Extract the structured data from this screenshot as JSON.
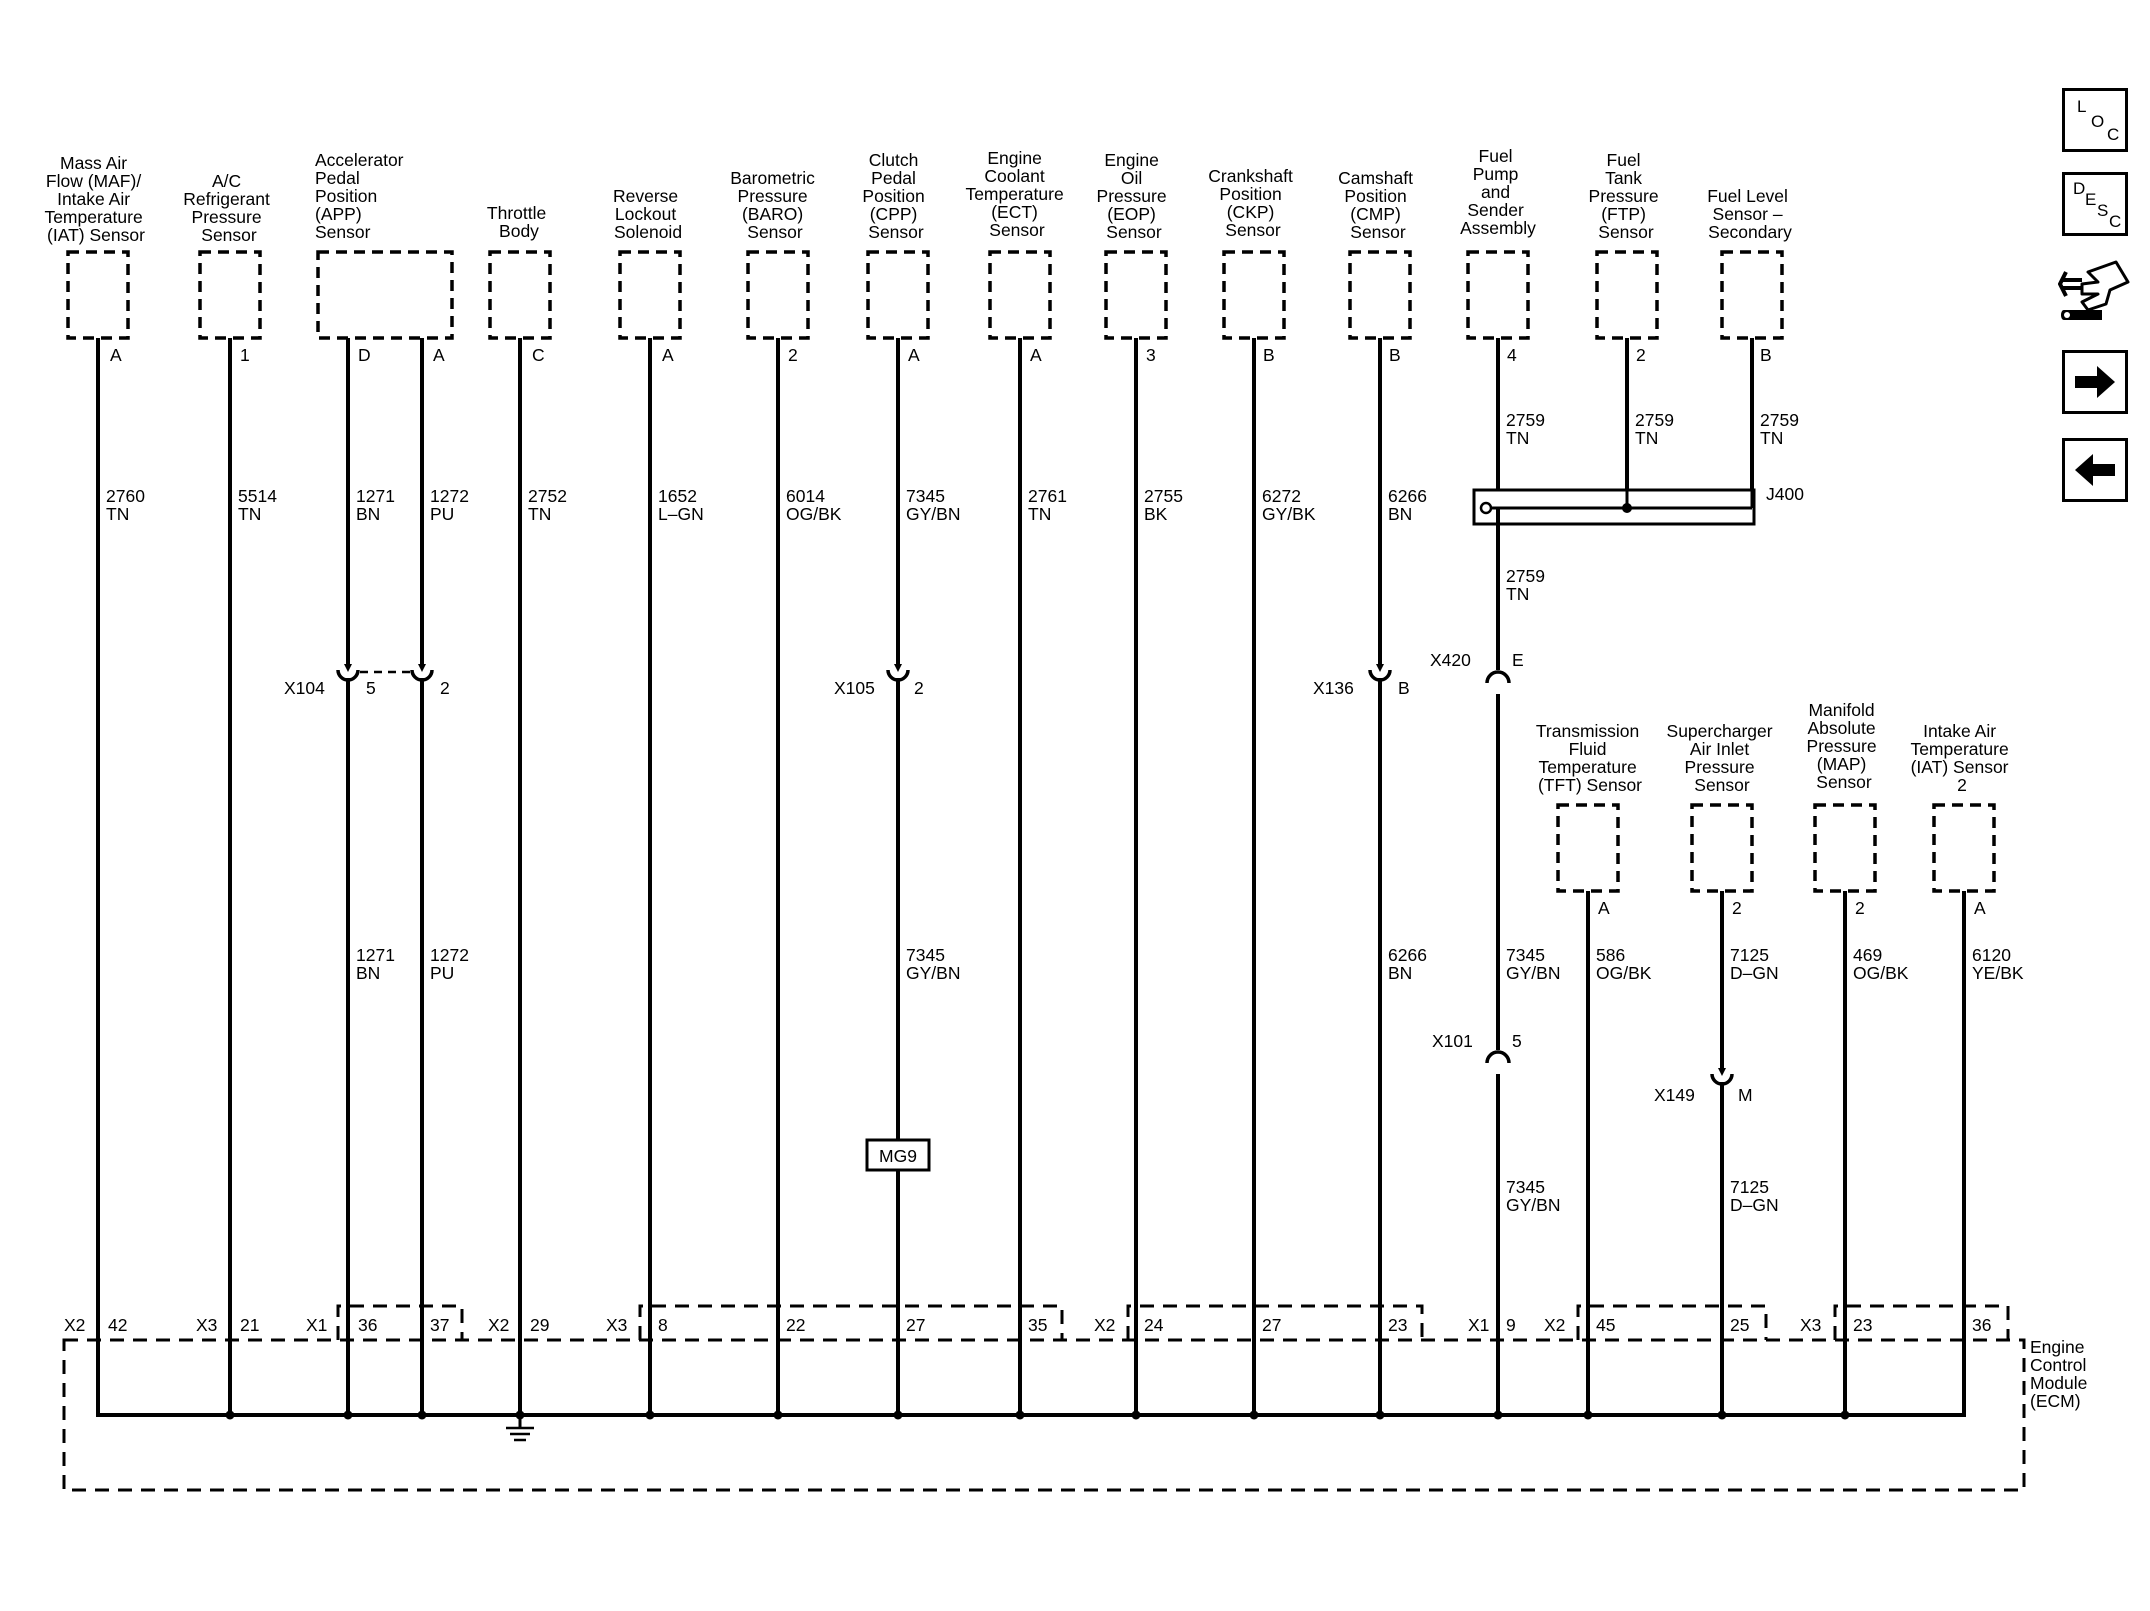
{
  "components": [
    {
      "id": "maf",
      "label": [
        "Mass Air",
        "Flow (MAF)/",
        "Intake Air",
        "Temperature",
        "(IAT) Sensor"
      ],
      "pins": [
        "A"
      ]
    },
    {
      "id": "ac",
      "label": [
        "A/C",
        "Refrigerant",
        "Pressure",
        "Sensor"
      ],
      "pins": [
        "1"
      ]
    },
    {
      "id": "app",
      "label": [
        "Accelerator",
        "Pedal",
        "Position",
        "(APP)",
        "Sensor"
      ],
      "pins": [
        "D",
        "A"
      ]
    },
    {
      "id": "throttle",
      "label": [
        "Throttle",
        "Body"
      ],
      "pins": [
        "C"
      ]
    },
    {
      "id": "reverse",
      "label": [
        "Reverse",
        "Lockout",
        "Solenoid"
      ],
      "pins": [
        "A"
      ]
    },
    {
      "id": "baro",
      "label": [
        "Barometric",
        "Pressure",
        "(BARO)",
        "Sensor"
      ],
      "pins": [
        "2"
      ]
    },
    {
      "id": "cpp",
      "label": [
        "Clutch",
        "Pedal",
        "Position",
        "(CPP)",
        "Sensor"
      ],
      "pins": [
        "A"
      ]
    },
    {
      "id": "ect",
      "label": [
        "Engine",
        "Coolant",
        "Temperature",
        "(ECT)",
        "Sensor"
      ],
      "pins": [
        "A"
      ]
    },
    {
      "id": "eop",
      "label": [
        "Engine",
        "Oil",
        "Pressure",
        "(EOP)",
        "Sensor"
      ],
      "pins": [
        "3"
      ]
    },
    {
      "id": "ckp",
      "label": [
        "Crankshaft",
        "Position",
        "(CKP)",
        "Sensor"
      ],
      "pins": [
        "B"
      ]
    },
    {
      "id": "cmp",
      "label": [
        "Camshaft",
        "Position",
        "(CMP)",
        "Sensor"
      ],
      "pins": [
        "B"
      ]
    },
    {
      "id": "fuelpump",
      "label": [
        "Fuel",
        "Pump",
        "and",
        "Sender",
        "Assembly"
      ],
      "pins": [
        "4"
      ]
    },
    {
      "id": "ftp",
      "label": [
        "Fuel",
        "Tank",
        "Pressure",
        "(FTP)",
        "Sensor"
      ],
      "pins": [
        "2"
      ]
    },
    {
      "id": "fuellevel",
      "label": [
        "Fuel Level",
        "Sensor –",
        "Secondary"
      ],
      "pins": [
        "B"
      ]
    },
    {
      "id": "tft",
      "label": [
        "Transmission",
        "Fluid",
        "Temperature",
        "(TFT) Sensor"
      ],
      "pins": [
        "A"
      ]
    },
    {
      "id": "supercharger",
      "label": [
        "Supercharger",
        "Air Inlet",
        "Pressure",
        "Sensor"
      ],
      "pins": [
        "2"
      ]
    },
    {
      "id": "map",
      "label": [
        "Manifold",
        "Absolute",
        "Pressure",
        "(MAP)",
        "Sensor"
      ],
      "pins": [
        "2"
      ]
    },
    {
      "id": "iat2",
      "label": [
        "Intake Air",
        "Temperature",
        "(IAT) Sensor",
        "2"
      ],
      "pins": [
        "A"
      ]
    }
  ],
  "wire_labels": [
    {
      "id": "w2760",
      "circuit": "2760",
      "color": "TN"
    },
    {
      "id": "w5514",
      "circuit": "5514",
      "color": "TN"
    },
    {
      "id": "w1271a",
      "circuit": "1271",
      "color": "BN"
    },
    {
      "id": "w1272a",
      "circuit": "1272",
      "color": "PU"
    },
    {
      "id": "w2752",
      "circuit": "2752",
      "color": "TN"
    },
    {
      "id": "w1652",
      "circuit": "1652",
      "color": "L–GN"
    },
    {
      "id": "w6014",
      "circuit": "6014",
      "color": "OG/BK"
    },
    {
      "id": "w7345a",
      "circuit": "7345",
      "color": "GY/BN"
    },
    {
      "id": "w2761",
      "circuit": "2761",
      "color": "TN"
    },
    {
      "id": "w2755",
      "circuit": "2755",
      "color": "BK"
    },
    {
      "id": "w6272",
      "circuit": "6272",
      "color": "GY/BK"
    },
    {
      "id": "w6266a",
      "circuit": "6266",
      "color": "BN"
    },
    {
      "id": "w2759a",
      "circuit": "2759",
      "color": "TN"
    },
    {
      "id": "w2759b",
      "circuit": "2759",
      "color": "TN"
    },
    {
      "id": "w2759c",
      "circuit": "2759",
      "color": "TN"
    },
    {
      "id": "w2759d",
      "circuit": "2759",
      "color": "TN"
    },
    {
      "id": "w1271b",
      "circuit": "1271",
      "color": "BN"
    },
    {
      "id": "w1272b",
      "circuit": "1272",
      "color": "PU"
    },
    {
      "id": "w7345b",
      "circuit": "7345",
      "color": "GY/BN"
    },
    {
      "id": "w6266b",
      "circuit": "6266",
      "color": "BN"
    },
    {
      "id": "w7345c",
      "circuit": "7345",
      "color": "GY/BN"
    },
    {
      "id": "w586",
      "circuit": "586",
      "color": "OG/BK"
    },
    {
      "id": "w7125a",
      "circuit": "7125",
      "color": "D–GN"
    },
    {
      "id": "w469",
      "circuit": "469",
      "color": "OG/BK"
    },
    {
      "id": "w6120",
      "circuit": "6120",
      "color": "YE/BK"
    },
    {
      "id": "w7345d",
      "circuit": "7345",
      "color": "GY/BN"
    },
    {
      "id": "w7125b",
      "circuit": "7125",
      "color": "D–GN"
    }
  ],
  "splice": {
    "name": "J400"
  },
  "ground_ref": {
    "name": "MG9"
  },
  "inline_connectors": [
    {
      "id": "x104",
      "name": "X104",
      "pins": [
        "5",
        "2"
      ]
    },
    {
      "id": "x105",
      "name": "X105",
      "pins": [
        "2"
      ]
    },
    {
      "id": "x136",
      "name": "X136",
      "pins": [
        "B"
      ]
    },
    {
      "id": "x420",
      "name": "X420",
      "pins": [
        "E"
      ]
    },
    {
      "id": "x101",
      "name": "X101",
      "pins": [
        "5"
      ]
    },
    {
      "id": "x149",
      "name": "X149",
      "pins": [
        "M"
      ]
    }
  ],
  "ecm": {
    "label": [
      "Engine",
      "Control",
      "Module",
      "(ECM)"
    ],
    "connectors": [
      "X2",
      "X3",
      "X1",
      "X2",
      "X3",
      "X2",
      "X1",
      "X2",
      "X3"
    ],
    "pins": [
      "42",
      "21",
      "36",
      "37",
      "29",
      "8",
      "22",
      "27",
      "35",
      "24",
      "27",
      "23",
      "9",
      "45",
      "25",
      "23",
      "36"
    ]
  },
  "nav_buttons": {
    "loc": {
      "l1": "L",
      "l2": "O",
      "l3": "C"
    },
    "desc": {
      "l1": "D",
      "l2": "E",
      "l3": "S",
      "l4": "C"
    }
  }
}
